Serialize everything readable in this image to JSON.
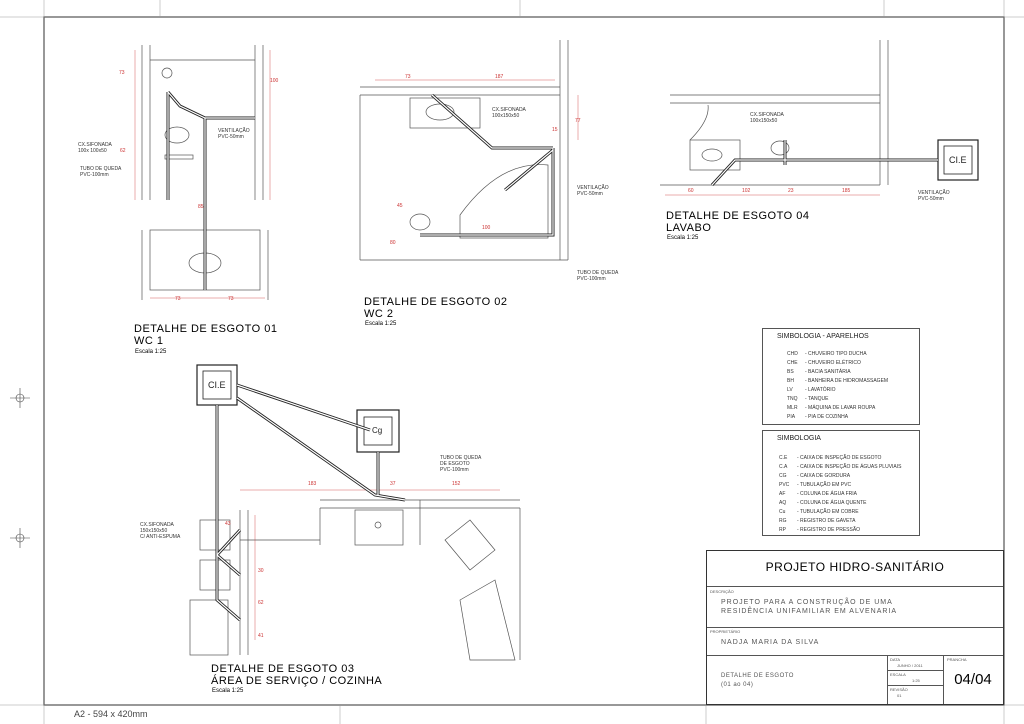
{
  "details": [
    {
      "title": "DETALHE DE ESGOTO 01",
      "subtitle": "WC 1",
      "scale": "Escala  1:25"
    },
    {
      "title": "DETALHE DE ESGOTO 02",
      "subtitle": "WC 2",
      "scale": "Escala  1:25"
    },
    {
      "title": "DETALHE DE ESGOTO 03",
      "subtitle": "ÁREA DE SERVIÇO / COZINHA",
      "scale": "Escala  1:25"
    },
    {
      "title": "DETALHE DE ESGOTO 04",
      "subtitle": "LAVABO",
      "scale": "Escala  1:25"
    }
  ],
  "annotations": {
    "wc1_cx": "CX.SIFONADA",
    "wc1_cx2": "100x 100x50",
    "wc1_tubo": "TUBO DE QUEDA",
    "wc1_tubo2": "PVC-100mm",
    "wc1_vent": "VENTILAÇÃO",
    "wc1_vent2": "PVC-50mm",
    "wc2_cx": "CX.SIFONADA",
    "wc2_cx2": "100x150x50",
    "wc2_vent": "VENTILAÇÃO",
    "wc2_vent2": "PVC-50mm",
    "wc2_tubo": "TUBO DE QUEDA",
    "wc2_tubo2": "PVC-100mm",
    "lav_cx": "CX.SIFONADA",
    "lav_cx2": "100x150x50",
    "lav_vent": "VENTILAÇÃO",
    "lav_vent2": "PVC-50mm",
    "ci_e": "CI.E",
    "cg": "Cg",
    "as_tubo": "TUBO DE QUEDA",
    "as_tubo2": "DE ESGOTO",
    "as_tubo3": "PVC-100mm",
    "as_cx": "CX.SIFONADA",
    "as_cx2": "150x150x50",
    "as_cx3": "C/ ANTI-ESPUMA"
  },
  "dims": {
    "d73a": "73",
    "d100": "100",
    "d85": "85",
    "d62": "62",
    "d73b": "73",
    "d73c": "73",
    "d73d": "73",
    "d187": "187",
    "d15": "15",
    "d77": "77",
    "d45": "45",
    "d80": "80",
    "d100b": "100",
    "d60": "60",
    "d102": "102",
    "d23": "23",
    "d185": "185",
    "d183": "183",
    "d37": "37",
    "d152": "152",
    "d43": "43",
    "d30": "30",
    "d62b": "62",
    "d41": "41"
  },
  "legend_devices": {
    "title": "SIMBOLOGIA - APARELHOS",
    "rows": [
      {
        "code": "CHD",
        "desc": "- CHUVEIRO TIPO DUCHA"
      },
      {
        "code": "CHE",
        "desc": "- CHUVEIRO ELÉTRICO"
      },
      {
        "code": "BS",
        "desc": "- BACIA SANITÁRIA"
      },
      {
        "code": "BH",
        "desc": "- BANHEIRA DE HIDROMASSAGEM"
      },
      {
        "code": "LV",
        "desc": "- LAVATÓRIO"
      },
      {
        "code": "TNQ",
        "desc": "- TANQUE"
      },
      {
        "code": "MLR",
        "desc": "- MÁQUINA DE LAVAR ROUPA"
      },
      {
        "code": "PIA",
        "desc": "- PIA DE COZINHA"
      }
    ]
  },
  "legend_symbols": {
    "title": "SIMBOLOGIA",
    "rows": [
      {
        "code": "C.E",
        "desc": "- CAIXA DE INSPEÇÃO DE ESGOTO"
      },
      {
        "code": "C.A",
        "desc": "- CAIXA DE INSPEÇÃO DE ÁGUAS PLUVIAIS"
      },
      {
        "code": "CG",
        "desc": "- CAIXA DE GORDURA"
      },
      {
        "code": "PVC",
        "desc": "- TUBULAÇÃO EM PVC"
      },
      {
        "code": "AF",
        "desc": "- COLUNA DE ÁGUA FRIA"
      },
      {
        "code": "AQ",
        "desc": "- COLUNA DE ÁGUA QUENTE"
      },
      {
        "code": "Cu",
        "desc": "- TUBULAÇÃO EM COBRE"
      },
      {
        "code": "RG",
        "desc": "- REGISTRO DE GAVETA"
      },
      {
        "code": "RP",
        "desc": "- REGISTRO DE PRESSÃO"
      }
    ]
  },
  "title_block": {
    "project": "PROJETO HIDRO-SANITÁRIO",
    "desc_label": "DESCRIÇÃO",
    "desc_line1": "PROJETO PARA A CONSTRUÇÃO DE UMA",
    "desc_line2": "RESIDÊNCIA UNIFAMILIAR EM ALVENARIA",
    "author_label": "PROPRIETÁRIO",
    "author": "NADJA MARIA DA SILVA",
    "sheet_desc1": "DETALHE DE ESGOTO",
    "sheet_desc2": "(01 ao 04)",
    "date_label": "DATA",
    "date": "JUNHO / 2011",
    "scale_label": "ESCALA",
    "scale": "1:25",
    "rev_label": "REVISÃO",
    "rev": "01",
    "sheet_label": "PRANCHA",
    "sheet": "04/04"
  },
  "sheet_size": "A2 - 594 x 420mm"
}
